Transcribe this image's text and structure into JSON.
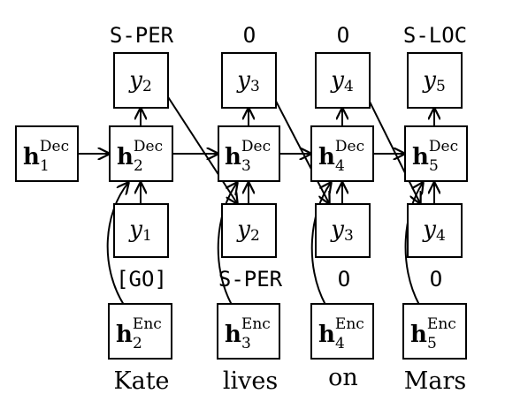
{
  "output_labels": [
    "S-PER",
    "O",
    "O",
    "S-LOC"
  ],
  "outputs": [
    {
      "symbol": "y",
      "index": "2"
    },
    {
      "symbol": "y",
      "index": "3"
    },
    {
      "symbol": "y",
      "index": "4"
    },
    {
      "symbol": "y",
      "index": "5"
    }
  ],
  "decoder": [
    {
      "symbol": "h",
      "index": "1",
      "tag": "Dec"
    },
    {
      "symbol": "h",
      "index": "2",
      "tag": "Dec"
    },
    {
      "symbol": "h",
      "index": "3",
      "tag": "Dec"
    },
    {
      "symbol": "h",
      "index": "4",
      "tag": "Dec"
    },
    {
      "symbol": "h",
      "index": "5",
      "tag": "Dec"
    }
  ],
  "inputs": [
    {
      "symbol": "y",
      "index": "1"
    },
    {
      "symbol": "y",
      "index": "2"
    },
    {
      "symbol": "y",
      "index": "3"
    },
    {
      "symbol": "y",
      "index": "4"
    }
  ],
  "input_labels": [
    "[GO]",
    "S-PER",
    "O",
    "O"
  ],
  "encoder": [
    {
      "symbol": "h",
      "index": "2",
      "tag": "Enc"
    },
    {
      "symbol": "h",
      "index": "3",
      "tag": "Enc"
    },
    {
      "symbol": "h",
      "index": "4",
      "tag": "Enc"
    },
    {
      "symbol": "h",
      "index": "5",
      "tag": "Enc"
    }
  ],
  "words": [
    "Kate",
    "lives",
    "on",
    "Mars"
  ]
}
